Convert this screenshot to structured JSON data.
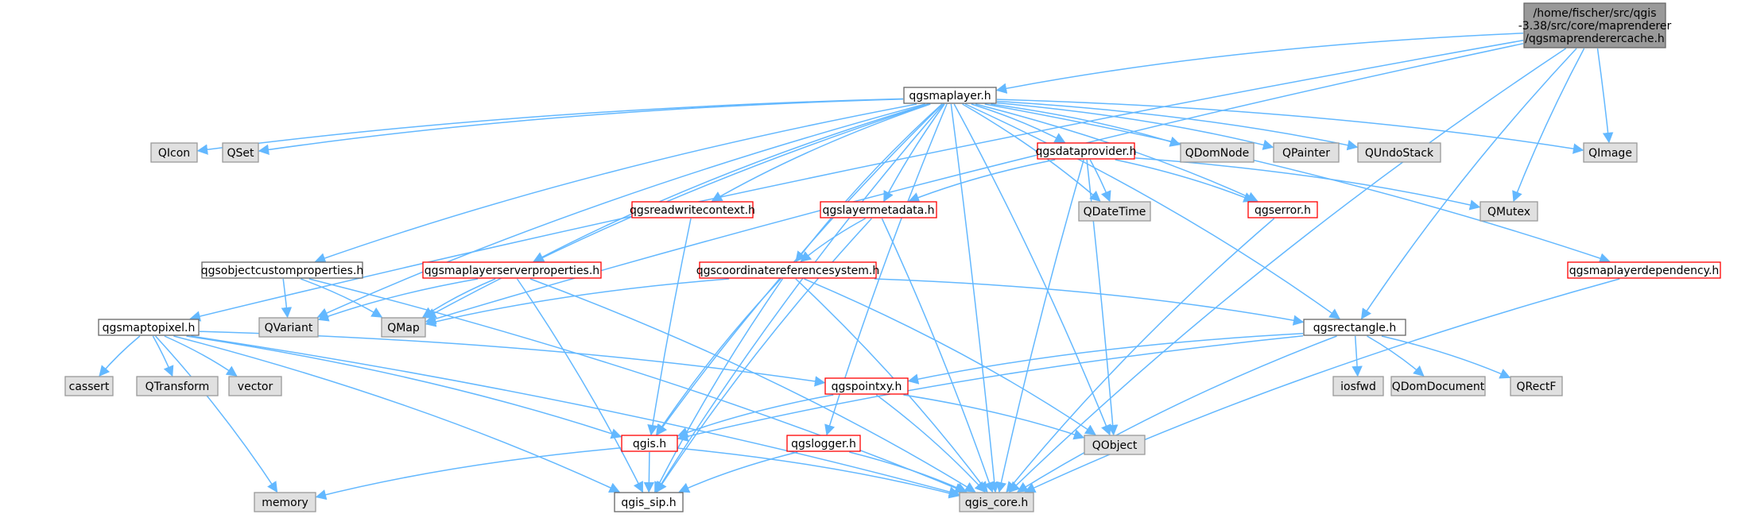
{
  "colors": {
    "edge": "#63b8ff",
    "focus_fill": "#999999",
    "focus_border": "#666666",
    "documented_fill": "#ffffff",
    "documented_border": "#666666",
    "incomplete_fill": "#ffffff",
    "incomplete_border": "#ff0000",
    "system_fill": "#e0e0e0",
    "system_border": "#999999"
  },
  "nodes": [
    {
      "id": "cache",
      "kind": "focus",
      "lines": [
        "/home/fischer/src/qgis",
        "-3.38/src/core/maprenderer",
        "/qgsmaprenderercache.h"
      ]
    },
    {
      "id": "maplayer",
      "kind": "documented",
      "lines": [
        "qgsmaplayer.h"
      ]
    },
    {
      "id": "qicon",
      "kind": "system",
      "lines": [
        "QIcon"
      ]
    },
    {
      "id": "qset",
      "kind": "system",
      "lines": [
        "QSet"
      ]
    },
    {
      "id": "dataprovider",
      "kind": "incomplete",
      "lines": [
        "qgsdataprovider.h"
      ]
    },
    {
      "id": "qdomnode",
      "kind": "system",
      "lines": [
        "QDomNode"
      ]
    },
    {
      "id": "qpainter",
      "kind": "system",
      "lines": [
        "QPainter"
      ]
    },
    {
      "id": "qundostack",
      "kind": "system",
      "lines": [
        "QUndoStack"
      ]
    },
    {
      "id": "qimage",
      "kind": "system",
      "lines": [
        "QImage"
      ]
    },
    {
      "id": "readwritecontext",
      "kind": "incomplete",
      "lines": [
        "qgsreadwritecontext.h"
      ]
    },
    {
      "id": "layermetadata",
      "kind": "incomplete",
      "lines": [
        "qgslayermetadata.h"
      ]
    },
    {
      "id": "qdatetime",
      "kind": "system",
      "lines": [
        "QDateTime"
      ]
    },
    {
      "id": "qgserror",
      "kind": "incomplete",
      "lines": [
        "qgserror.h"
      ]
    },
    {
      "id": "qmutex",
      "kind": "system",
      "lines": [
        "QMutex"
      ]
    },
    {
      "id": "objcustomprops",
      "kind": "documented",
      "lines": [
        "qgsobjectcustomproperties.h"
      ]
    },
    {
      "id": "serverprops",
      "kind": "incomplete",
      "lines": [
        "qgsmaplayerserverproperties.h"
      ]
    },
    {
      "id": "crs",
      "kind": "incomplete",
      "lines": [
        "qgscoordinatereferencesystem.h"
      ]
    },
    {
      "id": "layerdependency",
      "kind": "incomplete",
      "lines": [
        "qgsmaplayerdependency.h"
      ]
    },
    {
      "id": "qvariant",
      "kind": "system",
      "lines": [
        "QVariant"
      ]
    },
    {
      "id": "qmap",
      "kind": "system",
      "lines": [
        "QMap"
      ]
    },
    {
      "id": "maptopixel",
      "kind": "documented",
      "lines": [
        "qgsmaptopixel.h"
      ]
    },
    {
      "id": "rectangle",
      "kind": "documented",
      "lines": [
        "qgsrectangle.h"
      ]
    },
    {
      "id": "cassert",
      "kind": "system",
      "lines": [
        "cassert"
      ]
    },
    {
      "id": "qtransform",
      "kind": "system",
      "lines": [
        "QTransform"
      ]
    },
    {
      "id": "vector",
      "kind": "system",
      "lines": [
        "vector"
      ]
    },
    {
      "id": "pointxy",
      "kind": "incomplete",
      "lines": [
        "qgspointxy.h"
      ]
    },
    {
      "id": "iosfwd",
      "kind": "system",
      "lines": [
        "iosfwd"
      ]
    },
    {
      "id": "qdomdocument",
      "kind": "system",
      "lines": [
        "QDomDocument"
      ]
    },
    {
      "id": "qrectf",
      "kind": "system",
      "lines": [
        "QRectF"
      ]
    },
    {
      "id": "qgis",
      "kind": "incomplete",
      "lines": [
        "qgis.h"
      ]
    },
    {
      "id": "logger",
      "kind": "incomplete",
      "lines": [
        "qgslogger.h"
      ]
    },
    {
      "id": "qobject",
      "kind": "system",
      "lines": [
        "QObject"
      ]
    },
    {
      "id": "memory",
      "kind": "system",
      "lines": [
        "memory"
      ]
    },
    {
      "id": "sip",
      "kind": "documented",
      "lines": [
        "qgis_sip.h"
      ]
    },
    {
      "id": "core",
      "kind": "system",
      "lines": [
        "qgis_core.h"
      ]
    }
  ],
  "edges": [
    [
      "cache",
      "maplayer"
    ],
    [
      "cache",
      "qimage"
    ],
    [
      "cache",
      "qmutex"
    ],
    [
      "cache",
      "rectangle"
    ],
    [
      "cache",
      "core"
    ],
    [
      "cache",
      "maptopixel"
    ],
    [
      "cache",
      "qmap"
    ],
    [
      "maplayer",
      "qicon"
    ],
    [
      "maplayer",
      "qset"
    ],
    [
      "maplayer",
      "dataprovider"
    ],
    [
      "maplayer",
      "qdomnode"
    ],
    [
      "maplayer",
      "qpainter"
    ],
    [
      "maplayer",
      "qundostack"
    ],
    [
      "maplayer",
      "qimage"
    ],
    [
      "maplayer",
      "readwritecontext"
    ],
    [
      "maplayer",
      "layermetadata"
    ],
    [
      "maplayer",
      "qdatetime"
    ],
    [
      "maplayer",
      "qgserror"
    ],
    [
      "maplayer",
      "objcustomprops"
    ],
    [
      "maplayer",
      "serverprops"
    ],
    [
      "maplayer",
      "crs"
    ],
    [
      "maplayer",
      "layerdependency"
    ],
    [
      "maplayer",
      "rectangle"
    ],
    [
      "maplayer",
      "qgis"
    ],
    [
      "maplayer",
      "logger"
    ],
    [
      "maplayer",
      "qobject"
    ],
    [
      "maplayer",
      "core"
    ],
    [
      "maplayer",
      "qvariant"
    ],
    [
      "maplayer",
      "qmap"
    ],
    [
      "maplayer",
      "sip"
    ],
    [
      "dataprovider",
      "qdatetime"
    ],
    [
      "dataprovider",
      "layermetadata"
    ],
    [
      "dataprovider",
      "qgserror"
    ],
    [
      "dataprovider",
      "qmutex"
    ],
    [
      "dataprovider",
      "qobject"
    ],
    [
      "dataprovider",
      "core"
    ],
    [
      "readwritecontext",
      "qgis"
    ],
    [
      "layermetadata",
      "crs"
    ],
    [
      "layermetadata",
      "core"
    ],
    [
      "layermetadata",
      "sip"
    ],
    [
      "qgserror",
      "core"
    ],
    [
      "objcustomprops",
      "qvariant"
    ],
    [
      "objcustomprops",
      "qmap"
    ],
    [
      "objcustomprops",
      "core"
    ],
    [
      "serverprops",
      "qvariant"
    ],
    [
      "serverprops",
      "qmap"
    ],
    [
      "serverprops",
      "core"
    ],
    [
      "serverprops",
      "sip"
    ],
    [
      "crs",
      "qmap"
    ],
    [
      "crs",
      "rectangle"
    ],
    [
      "crs",
      "qgis"
    ],
    [
      "crs",
      "qobject"
    ],
    [
      "crs",
      "core"
    ],
    [
      "crs",
      "sip"
    ],
    [
      "layerdependency",
      "core"
    ],
    [
      "maptopixel",
      "cassert"
    ],
    [
      "maptopixel",
      "qtransform"
    ],
    [
      "maptopixel",
      "vector"
    ],
    [
      "maptopixel",
      "pointxy"
    ],
    [
      "maptopixel",
      "qgis"
    ],
    [
      "maptopixel",
      "memory"
    ],
    [
      "maptopixel",
      "sip"
    ],
    [
      "maptopixel",
      "core"
    ],
    [
      "rectangle",
      "iosfwd"
    ],
    [
      "rectangle",
      "qdomdocument"
    ],
    [
      "rectangle",
      "qrectf"
    ],
    [
      "rectangle",
      "pointxy"
    ],
    [
      "rectangle",
      "qgis"
    ],
    [
      "rectangle",
      "core"
    ],
    [
      "pointxy",
      "qgis"
    ],
    [
      "pointxy",
      "qobject"
    ],
    [
      "pointxy",
      "core"
    ],
    [
      "qgis",
      "memory"
    ],
    [
      "qgis",
      "sip"
    ],
    [
      "qgis",
      "core"
    ],
    [
      "logger",
      "sip"
    ],
    [
      "logger",
      "core"
    ]
  ]
}
